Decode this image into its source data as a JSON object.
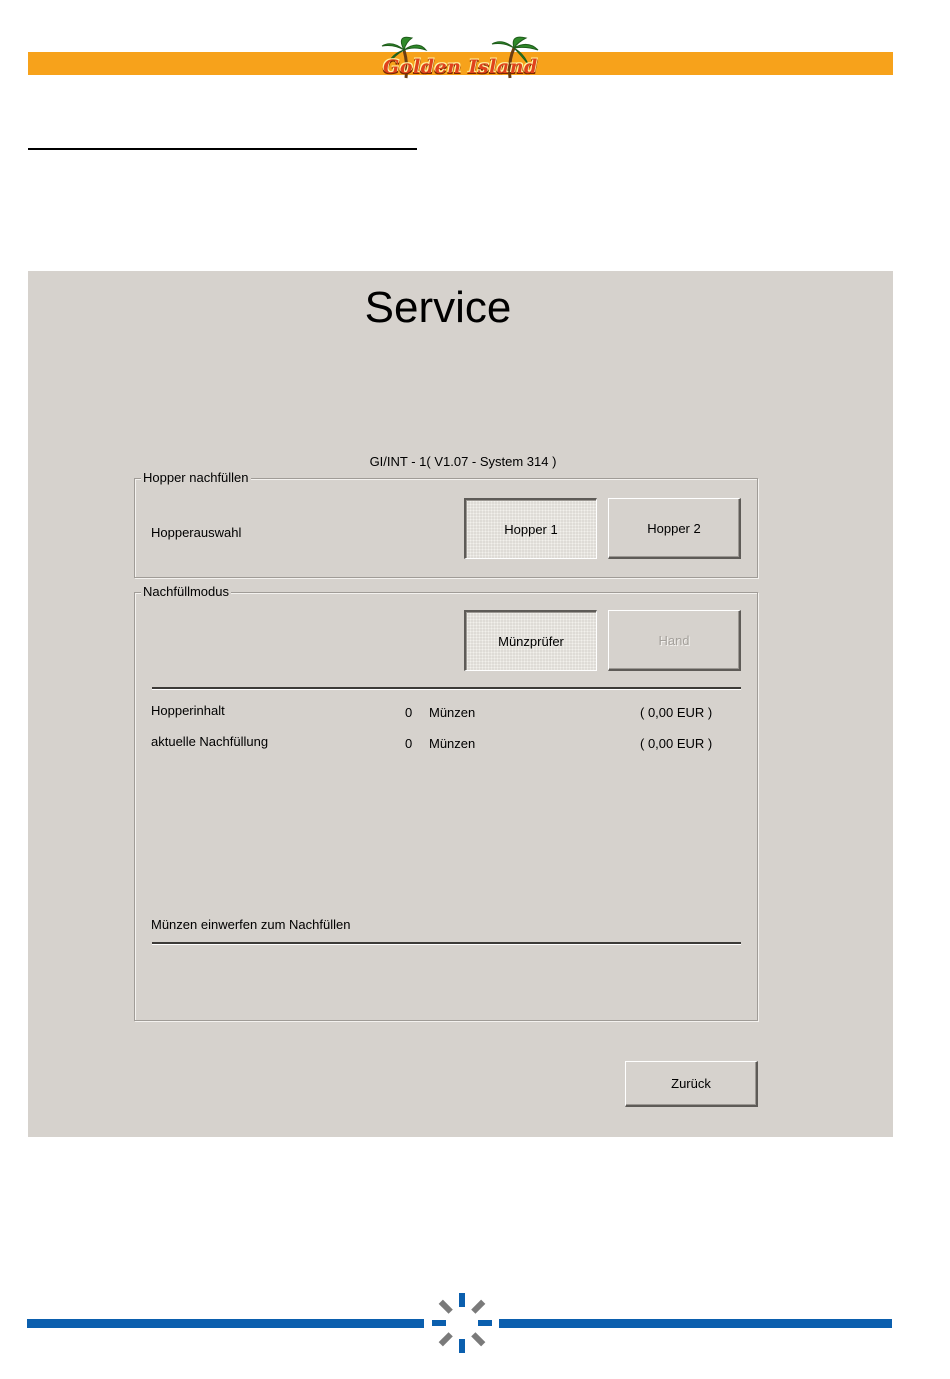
{
  "header": {
    "brand_text": "Golden Island"
  },
  "screen": {
    "title": "Service",
    "version": "GI/INT - 1( V1.07 - System 314 )",
    "hopper_group": {
      "legend": "Hopper nachfüllen",
      "selection_label": "Hopperauswahl",
      "buttons": [
        "Hopper 1",
        "Hopper 2"
      ],
      "selected": "Hopper 1"
    },
    "mode_group": {
      "legend": "Nachfüllmodus",
      "buttons": [
        "Münzprüfer",
        "Hand"
      ],
      "selected": "Münzprüfer",
      "disabled": "Hand",
      "rows": [
        {
          "label": "Hopperinhalt",
          "count": "0",
          "unit": "Münzen",
          "amount": "( 0,00 EUR )"
        },
        {
          "label": "aktuelle Nachfüllung",
          "count": "0",
          "unit": "Münzen",
          "amount": "( 0,00 EUR )"
        }
      ],
      "status": "Münzen einwerfen zum Nachfüllen"
    },
    "back_button": "Zurück"
  },
  "colors": {
    "header_orange": "#f7a21b",
    "panel_gray": "#d6d2cd",
    "footer_blue": "#0b5fae"
  }
}
